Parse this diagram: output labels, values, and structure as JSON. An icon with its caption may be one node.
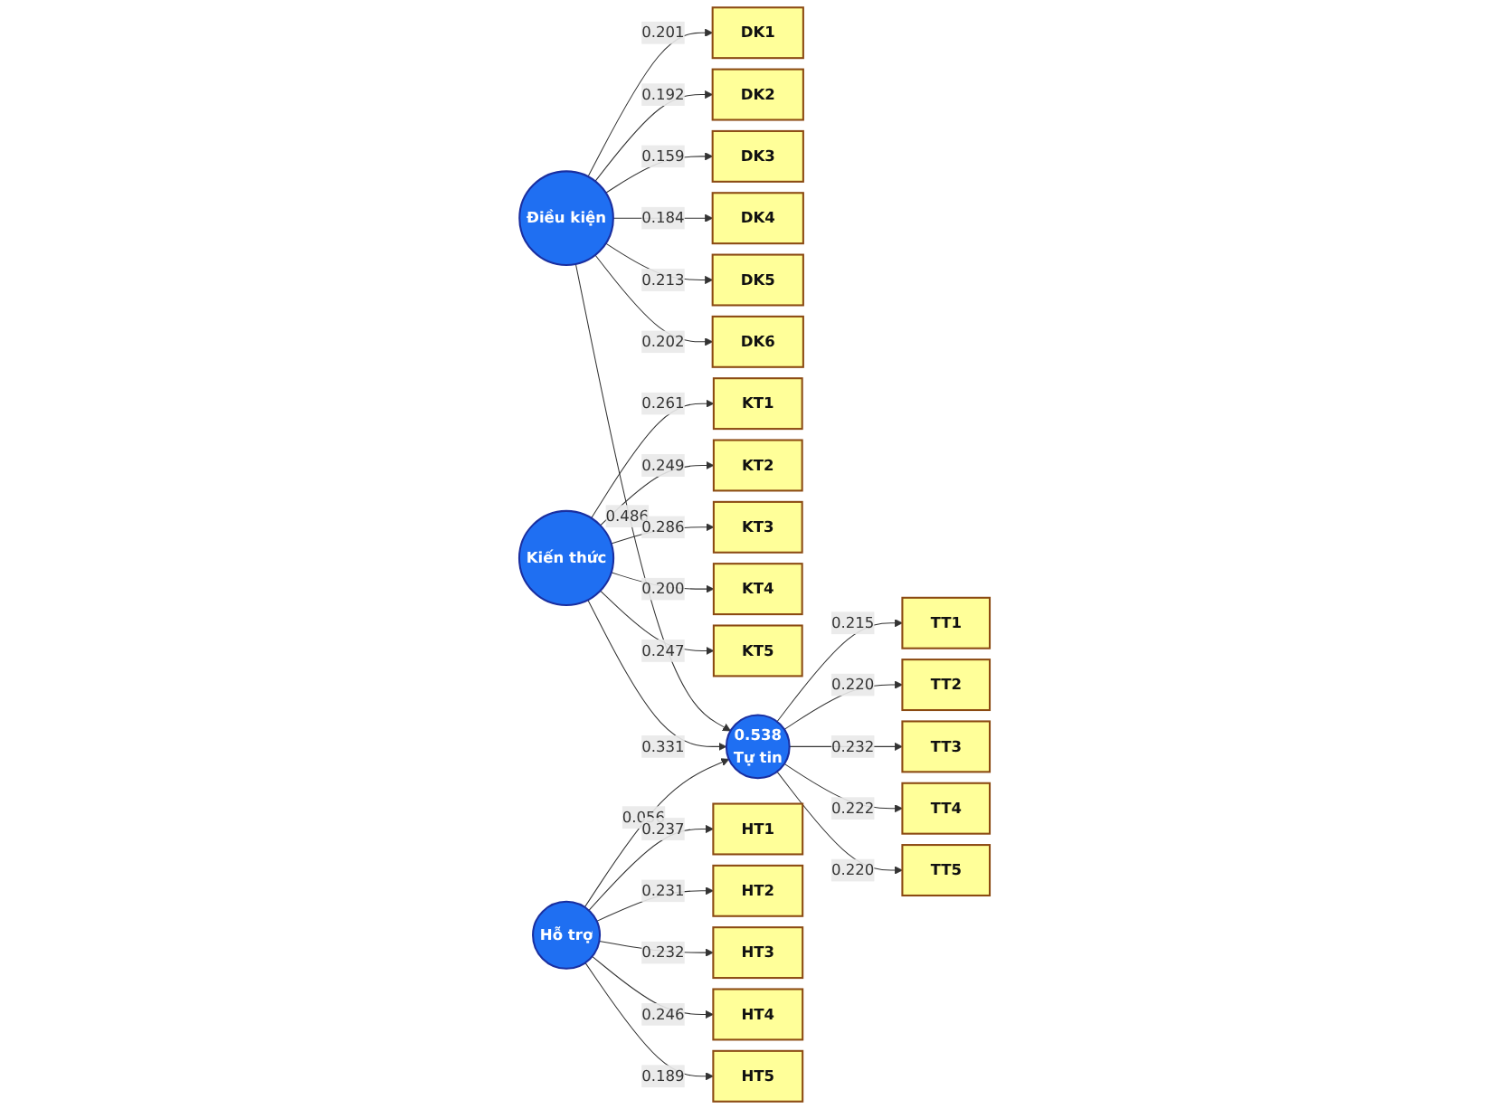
{
  "diagram": {
    "nodes": [
      {
        "text": [
          "DK1"
        ]
      },
      {
        "text": [
          "DK2"
        ]
      },
      {
        "text": [
          "DK3"
        ]
      },
      {
        "text": [
          "DK4"
        ]
      },
      {
        "text": [
          "DK5"
        ]
      },
      {
        "text": [
          "DK6"
        ]
      },
      {
        "text": [
          "Điều kiện"
        ]
      },
      {
        "text": [
          "KT1"
        ]
      },
      {
        "text": [
          "KT2"
        ]
      },
      {
        "text": [
          "KT3"
        ]
      },
      {
        "text": [
          "KT4"
        ]
      },
      {
        "text": [
          "KT5"
        ]
      },
      {
        "text": [
          "Kiến thức"
        ]
      },
      {
        "text": [
          "0.538",
          "Tự tin"
        ]
      },
      {
        "text": [
          "TT1"
        ]
      },
      {
        "text": [
          "TT2"
        ]
      },
      {
        "text": [
          "TT3"
        ]
      },
      {
        "text": [
          "TT4"
        ]
      },
      {
        "text": [
          "TT5"
        ]
      },
      {
        "text": [
          "Hỗ trợ"
        ]
      },
      {
        "text": [
          "HT1"
        ]
      },
      {
        "text": [
          "HT2"
        ]
      },
      {
        "text": [
          "HT3"
        ]
      },
      {
        "text": [
          "HT4"
        ]
      },
      {
        "text": [
          "HT5"
        ]
      }
    ],
    "edges": [
      {
        "from": 6,
        "to": 0,
        "arrow": "to",
        "label": "0.201"
      },
      {
        "from": 6,
        "to": 1,
        "arrow": "to",
        "label": "0.192"
      },
      {
        "from": 6,
        "to": 2,
        "arrow": "to",
        "label": "0.159"
      },
      {
        "from": 6,
        "to": 3,
        "arrow": "to",
        "label": "0.184"
      },
      {
        "from": 6,
        "to": 4,
        "arrow": "to",
        "label": "0.213"
      },
      {
        "from": 6,
        "to": 5,
        "arrow": "to",
        "label": "0.202"
      },
      {
        "from": 6,
        "to": 13,
        "arrow": "to",
        "label": "0.486"
      },
      {
        "from": 12,
        "to": 7,
        "arrow": "to",
        "label": "0.261"
      },
      {
        "from": 12,
        "to": 8,
        "arrow": "to",
        "label": "0.249"
      },
      {
        "from": 12,
        "to": 9,
        "arrow": "to",
        "label": "0.286"
      },
      {
        "from": 12,
        "to": 10,
        "arrow": "to",
        "label": "0.200"
      },
      {
        "from": 12,
        "to": 11,
        "arrow": "to",
        "label": "0.247"
      },
      {
        "from": 12,
        "to": 13,
        "arrow": "to",
        "label": "0.331"
      },
      {
        "from": 13,
        "to": 14,
        "arrow": "to",
        "label": "0.215"
      },
      {
        "from": 13,
        "to": 15,
        "arrow": "to",
        "label": "0.220"
      },
      {
        "from": 13,
        "to": 16,
        "arrow": "to",
        "label": "0.232"
      },
      {
        "from": 13,
        "to": 17,
        "arrow": "to",
        "label": "0.222"
      },
      {
        "from": 13,
        "to": 18,
        "arrow": "to",
        "label": "0.220"
      },
      {
        "from": 19,
        "to": 13,
        "arrow": "to",
        "label": "0.056"
      },
      {
        "from": 19,
        "to": 20,
        "arrow": "to",
        "label": "0.237"
      },
      {
        "from": 19,
        "to": 21,
        "arrow": "to",
        "label": "0.231"
      },
      {
        "from": 19,
        "to": 22,
        "arrow": "to",
        "label": "0.232"
      },
      {
        "from": 19,
        "to": 23,
        "arrow": "to",
        "label": "0.246"
      },
      {
        "from": 19,
        "to": 24,
        "arrow": "to",
        "label": "0.189"
      }
    ]
  }
}
